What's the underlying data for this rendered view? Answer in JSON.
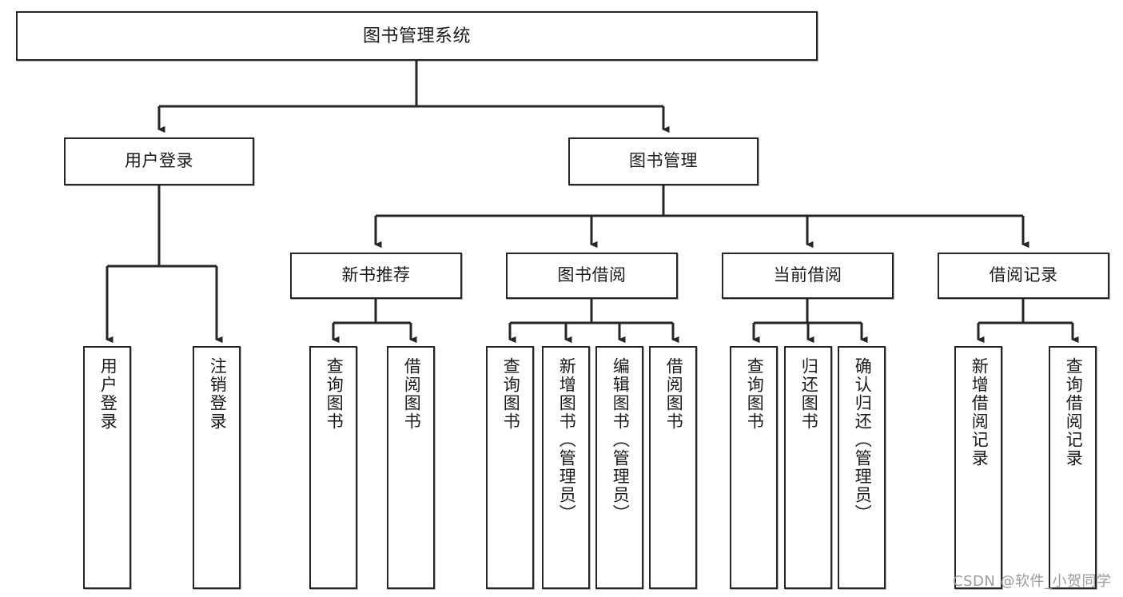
{
  "diagram": {
    "title": "图书管理系统",
    "type": "tree-hierarchy-chart",
    "line_color": "#262626",
    "box_fill": "#ffffff",
    "text_color": "#1a1a1a",
    "watermark": "CSDN @软件_小贺同学"
  },
  "nodes": {
    "root": {
      "label": "图书管理系统"
    },
    "level2": [
      {
        "label": "用户登录"
      },
      {
        "label": "图书管理"
      }
    ],
    "level3": [
      {
        "label": "新书推荐"
      },
      {
        "label": "图书借阅"
      },
      {
        "label": "当前借阅"
      },
      {
        "label": "借阅记录"
      }
    ],
    "leaves_user_login": [
      {
        "label": "用户登录"
      },
      {
        "label": "注销登录"
      }
    ],
    "leaves_new_book": [
      {
        "label": "查询图书"
      },
      {
        "label": "借阅图书"
      }
    ],
    "leaves_borrow": [
      {
        "label": "查询图书"
      },
      {
        "label": "新增图书（管理员）"
      },
      {
        "label": "编辑图书（管理员）"
      },
      {
        "label": "借阅图书"
      }
    ],
    "leaves_current": [
      {
        "label": "查询图书"
      },
      {
        "label": "归还图书"
      },
      {
        "label": "确认归还（管理员）"
      }
    ],
    "leaves_records": [
      {
        "label": "新增借阅记录"
      },
      {
        "label": "查询借阅记录"
      }
    ]
  }
}
